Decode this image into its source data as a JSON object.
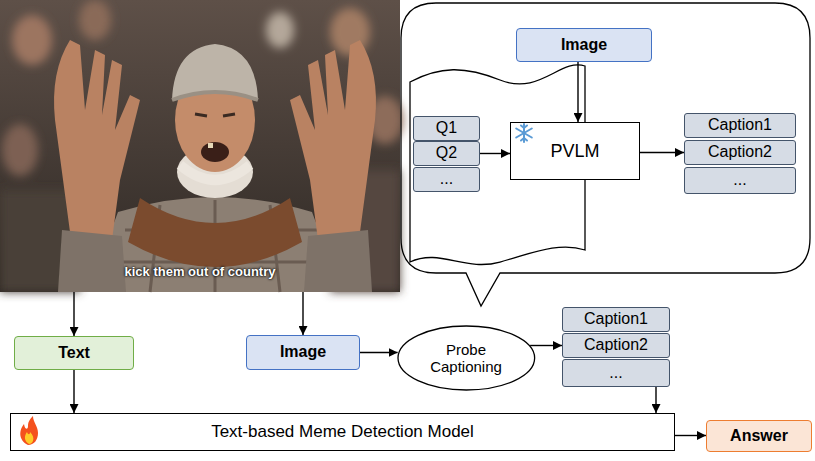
{
  "diagram": {
    "nodes": [
      {
        "text": [
          "kick them out of country"
        ]
      },
      {
        "text": []
      },
      {
        "text": [
          "Image"
        ],
        "in": 1
      },
      {
        "text": [
          "Q1"
        ],
        "in": 1
      },
      {
        "text": [
          "Q2"
        ],
        "in": 1
      },
      {
        "text": [
          "..."
        ],
        "in": 1
      },
      {
        "text": [
          "PVLM"
        ],
        "in": 1
      },
      {
        "text": [
          "Caption1"
        ],
        "in": 1
      },
      {
        "text": [
          "Caption2"
        ],
        "in": 1
      },
      {
        "text": [
          "..."
        ],
        "in": 1
      },
      {
        "text": [
          "Text"
        ]
      },
      {
        "text": [
          "Image"
        ]
      },
      {
        "text": [
          "Probe Captioning"
        ]
      },
      {
        "text": [
          "Caption1"
        ]
      },
      {
        "text": [
          "Caption2"
        ]
      },
      {
        "text": [
          "..."
        ]
      },
      {
        "text": [
          "Text-based Meme Detection Model"
        ]
      },
      {
        "text": [
          "Answer"
        ]
      }
    ],
    "edges": [
      {
        "from": 2,
        "to": 6,
        "arrow": "to"
      },
      {
        "from": 4,
        "to": 6,
        "arrow": "to"
      },
      {
        "from": 6,
        "to": 8,
        "arrow": "to"
      },
      {
        "from": 0,
        "to": 10,
        "arrow": "to"
      },
      {
        "from": 0,
        "to": 11,
        "arrow": "to"
      },
      {
        "from": 10,
        "to": 16,
        "arrow": "to"
      },
      {
        "from": 11,
        "to": 12,
        "arrow": "to"
      },
      {
        "from": 12,
        "to": 14,
        "arrow": "to"
      },
      {
        "from": 15,
        "to": 16,
        "arrow": "to"
      },
      {
        "from": 16,
        "to": 17,
        "arrow": "to"
      }
    ]
  }
}
